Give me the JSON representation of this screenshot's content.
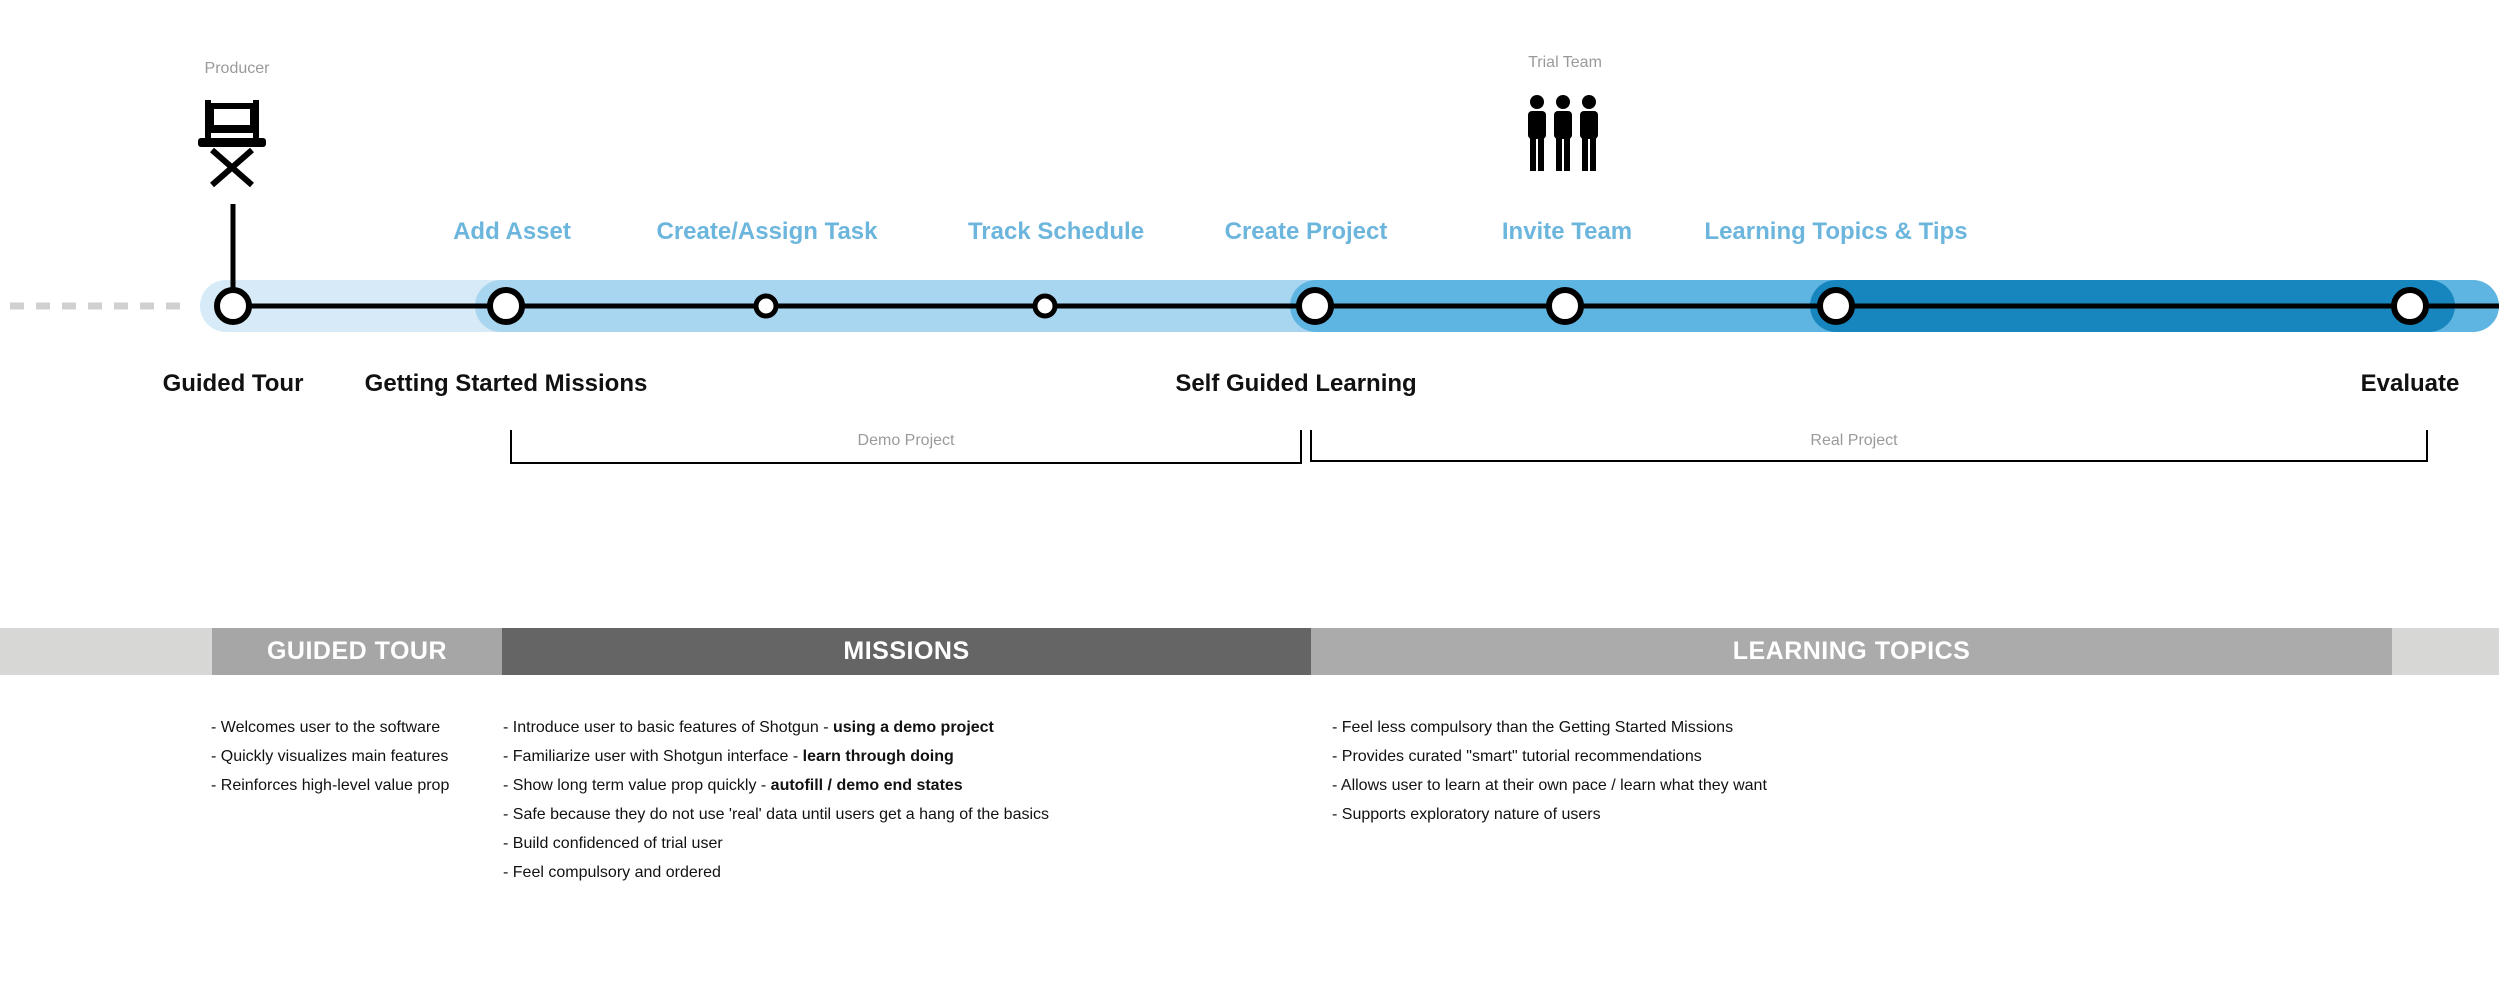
{
  "actors": {
    "producer": "Producer",
    "trial_team": "Trial Team"
  },
  "steps": [
    "Add Asset",
    "Create/Assign Task",
    "Track Schedule",
    "Create Project",
    "Invite Team",
    "Learning Topics & Tips"
  ],
  "stages": {
    "guided_tour": "Guided Tour",
    "getting_started": "Getting Started Missions",
    "self_guided": "Self Guided Learning",
    "evaluate": "Evaluate"
  },
  "brackets": {
    "demo": "Demo Project",
    "real": "Real Project"
  },
  "bands": {
    "guided_tour": "GUIDED TOUR",
    "missions": "MISSIONS",
    "learning_topics": "LEARNING TOPICS"
  },
  "colors": {
    "light_band": "#d6ebf7",
    "mid_band": "#a8d5ef",
    "bright_band": "#5fb5e2",
    "dark_band": "#1886be",
    "step_text": "#6cb6dd",
    "guided_tour_header": "#a6a6a6",
    "missions_header": "#656565",
    "learning_header": "#ababab",
    "header_bg": "#d7d7d5"
  },
  "guided_tour_notes": [
    "- Welcomes user to the software",
    "- Quickly visualizes main features",
    "- Reinforces high-level value prop"
  ],
  "mission_notes": [
    {
      "text": "- Introduce user to basic features of Shotgun - ",
      "bold": "using a demo project"
    },
    {
      "text": "- Familiarize user with Shotgun interface - ",
      "bold": "learn through doing"
    },
    {
      "text": "- Show long term value prop quickly - ",
      "bold": "autofill / demo end states"
    },
    {
      "text": "- Safe because they do not use 'real' data until users get a hang of the basics",
      "bold": ""
    },
    {
      "text": "- Build confidenced of trial user",
      "bold": ""
    },
    {
      "text": "- Feel compulsory and ordered",
      "bold": ""
    }
  ],
  "learning_notes": [
    "- Feel less compulsory than the Getting Started Missions",
    "- Provides curated \"smart\" tutorial recommendations",
    "- Allows user to learn at their own pace / learn what they want",
    "- Supports exploratory nature of users"
  ]
}
